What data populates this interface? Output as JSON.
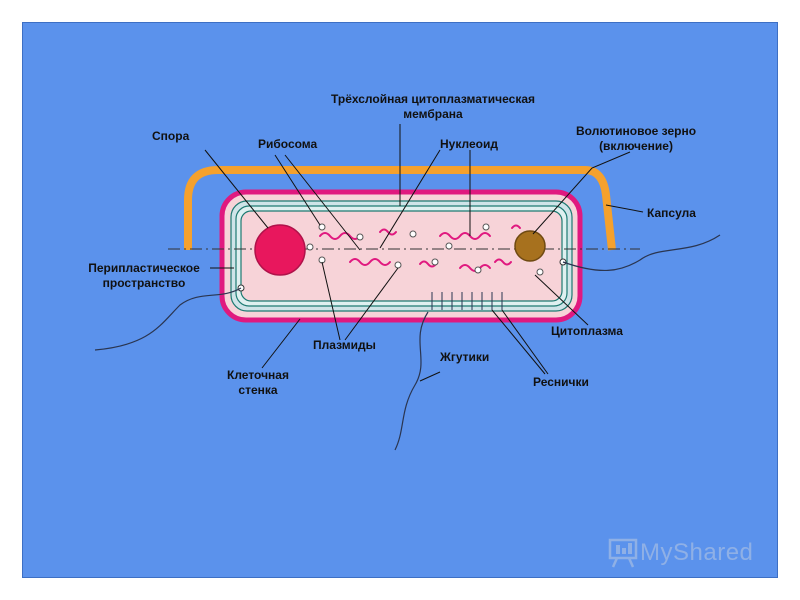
{
  "colors": {
    "background": "#5b92ec",
    "capsule": "#f5a12d",
    "cell_wall": "#e0197f",
    "membrane": "#1d7a72",
    "cytoplasm": "#f7d3d8",
    "spore": "#e8175d",
    "volutin": "#a7711e",
    "nucleoid": "#e0197f"
  },
  "labels": {
    "membrane_line1": "Трёхслойная цитоплазматическая",
    "membrane_line2": "мембрана",
    "spore": "Спора",
    "ribosome": "Рибосома",
    "nucleoid": "Нуклеоид",
    "volutin_line1": "Волютиновое зерно",
    "volutin_line2": "(включение)",
    "capsule": "Капсула",
    "periplasm_line1": "Перипластическое",
    "periplasm_line2": "пространство",
    "cytoplasm": "Цитоплазма",
    "plasmids": "Плазмиды",
    "flagella": "Жгутики",
    "cell_wall_line1": "Клеточная",
    "cell_wall_line2": "стенка",
    "cilia": "Реснички"
  },
  "watermark": {
    "text": "MyShared",
    "icon": "presentation-board-icon"
  }
}
